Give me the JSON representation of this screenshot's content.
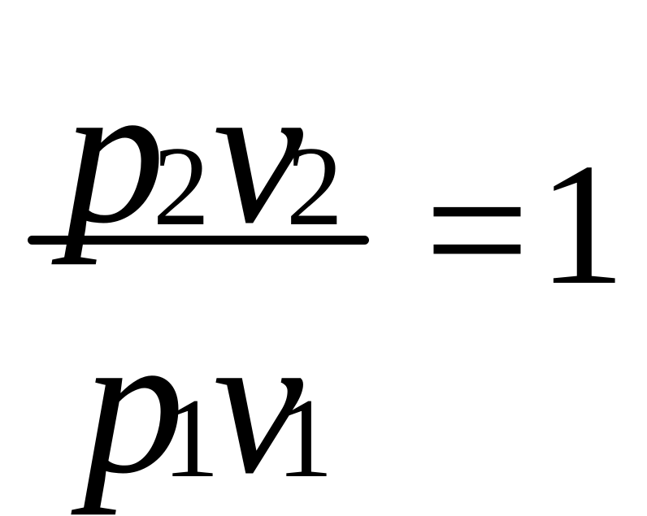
{
  "equation": {
    "numerator": {
      "p": "p",
      "p_sub": "2",
      "v": "v",
      "v_sub": "2"
    },
    "denominator": {
      "p": "p",
      "p_sub": "1",
      "v": "v",
      "v_sub": "1"
    },
    "equals": "=",
    "rhs": "1"
  },
  "colors": {
    "ink": "#000000",
    "background": "#ffffff"
  }
}
